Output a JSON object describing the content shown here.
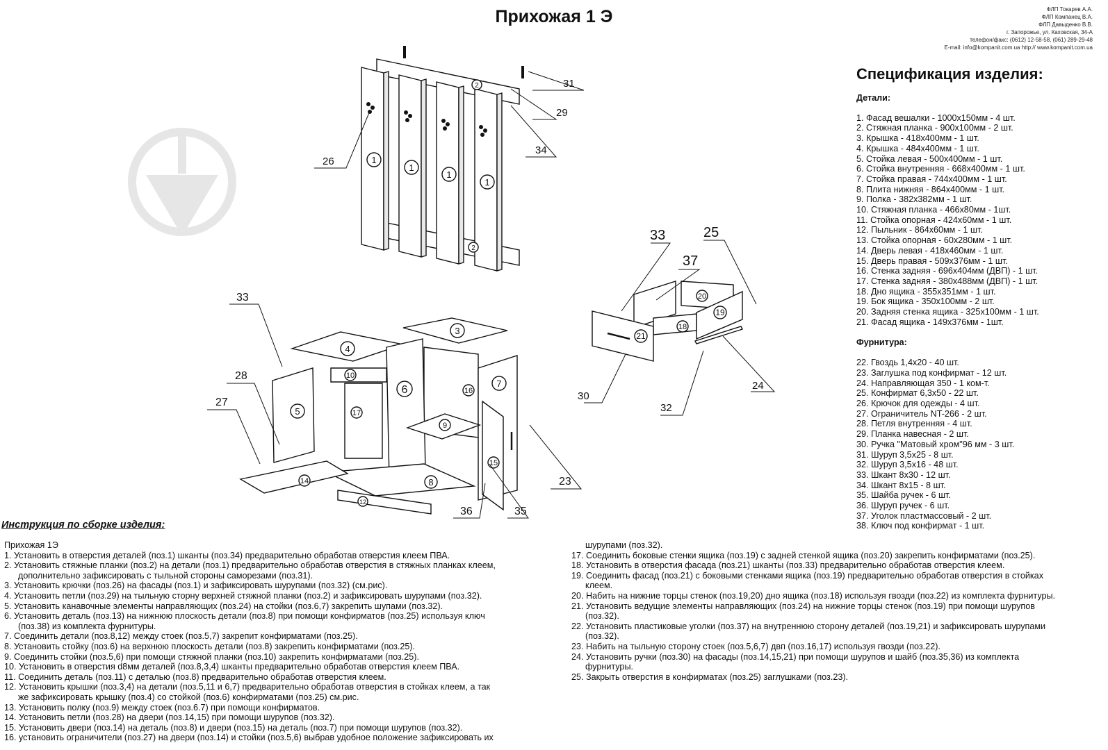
{
  "title": "Прихожая 1 Э",
  "company_lines": [
    "ФЛП Токарев А.А.",
    "ФЛП Компанец В.А.",
    "ФЛП Давыденко В.В.",
    "г. Запорожье, ул. Каховская, 34-А",
    "телефон/факс: (0612) 12-58-58, (061) 289-29-48",
    "E-mail: info@kompanit.com.ua http:// www.kompanit.com.ua"
  ],
  "spec": {
    "title": "Спецификация изделия:",
    "details_head": "Детали:",
    "details": [
      "1. Фасад вешалки - 1000х150мм - 4 шт.",
      "2. Стяжная планка - 900х100мм - 2 шт.",
      "3. Крышка - 418х400мм - 1 шт.",
      "4. Крышка - 484х400мм - 1 шт.",
      "5. Стойка левая - 500х400мм - 1 шт.",
      "6. Стойка внутренняя - 668х400мм - 1 шт.",
      "7. Стойка правая - 744х400мм - 1 шт.",
      "8. Плита нижняя - 864х400мм - 1 шт.",
      "9. Полка - 382х382мм - 1 шт.",
      "10. Стяжная планка - 466х80мм - 1шт.",
      "11. Стойка опорная - 424х60мм - 1 шт.",
      "12. Пыльник - 864х60мм - 1 шт.",
      "13. Стойка опорная - 60х280мм - 1 шт.",
      "14. Дверь левая - 418х460мм - 1 шт.",
      "15. Дверь правая - 509х376мм - 1 шт.",
      "16. Стенка задняя - 696х404мм (ДВП) - 1 шт.",
      "17. Стенка задняя - 380х488мм (ДВП) - 1 шт.",
      "18. Дно ящика - 355х351мм - 1 шт.",
      "19. Бок ящика - 350х100мм - 2 шт.",
      "20. Задняя стенка ящика - 325х100мм - 1 шт.",
      "21. Фасад ящика - 149х376мм - 1шт."
    ],
    "hardware_head": "Фурнитура:",
    "hardware": [
      "22. Гвоздь 1,4х20 - 40 шт.",
      "23. Заглушка под конфирмат - 12 шт.",
      "24. Направляющая 350 - 1 ком-т.",
      "25. Конфирмат 6,3х50 - 22 шт.",
      "26. Крючок для одежды - 4 шт.",
      "27. Ограничитель NT-266 - 2 шт.",
      "28. Петля внутренняя - 4 шт.",
      "29. Планка навесная - 2 шт.",
      "30. Ручка \"Матовый хром\"96 мм - 3 шт.",
      "31. Шуруп 3,5х25 - 8 шт.",
      "32. Шуруп 3,5х16 - 48 шт.",
      "33. Шкант 8х30 - 12 шт.",
      "34. Шкант 8х15 - 8 шт.",
      "35. Шайба ручек - 6 шт.",
      "36. Шуруп ручек - 6 шт.",
      "37. Уголок пластмассовый - 2 шт.",
      "38. Ключ под конфирмат - 1 шт."
    ]
  },
  "instructions": {
    "title": "Инструкция по сборке изделия:",
    "product": "Прихожая 1Э",
    "left": [
      {
        "text": "1. Установить в отверстия деталей (поз.1) шканты (поз.34) предварительно обработав отверстия клеем ПВА."
      },
      {
        "text": "2. Установить  стяжные планки (поз.2) на детали (поз.1) предварительно обработав отверстия в стяжных планках клеем,",
        "cont": "дополнительно зафиксировать с тыльной стороны саморезами (поз.31)."
      },
      {
        "text": "3. Установить крючки (поз.26) на фасады (поз.1) и зафиксировать шурупами (поз.32) (см.рис)."
      },
      {
        "text": "4. Установить петли (поз.29) на тыльную сторну верхней стяжной планки (поз.2) и зафиксировать шурупами (поз.32)."
      },
      {
        "text": "5. Установить канавочные элементы направляющих (поз.24) на стойки (поз.6,7) закрепить шупами (поз.32)."
      },
      {
        "text": "6. Установить деталь (поз.13) на нижнюю плоскость детали (поз.8) при помощи конфирматов (поз.25) используя ключ",
        "cont": "(поз.38) из комплекта фурнитуры."
      },
      {
        "text": "7. Соединить детали (поз.8,12) между стоек (поз.5,7) закрепит конфирматами (поз.25)."
      },
      {
        "text": "8. Установить стойку (поз.6) на верхнюю плоскость детали (поз.8) закрепить конфирматами (поз.25)."
      },
      {
        "text": "9. Соединить стойки (поз.5,6) при помощи стяжной планки (поз.10) закрепить конфирматами (поз.25)."
      },
      {
        "text": "10. Установить в отверстия d8мм деталей (поз.8,3,4) шканты предварительно обработав отверстия клеем ПВА."
      },
      {
        "text": "11. Соединить деталь (поз.11) с деталью (поз.8) предварительно обработав отверстия клеем."
      },
      {
        "text": "12. Установить крышки (поз.3,4) на детали (поз.5,11 и 6,7) предварительно обработав отверстия в стойках клеем, а так",
        "cont": "же зафиксировать крышку (поз.4) со стойкой (поз.6) конфирматами (поз.25) см.рис."
      },
      {
        "text": "13. Установить полку (поз.9) между стоек (поз.6.7) при помощи конфирматов."
      },
      {
        "text": "14. Установить петли (поз.28) на двери (поз.14,15) при помощи шурупов (поз.32)."
      },
      {
        "text": "15. Установить двери (поз.14) на деталь (поз.8) и двери (поз.15) на деталь (поз.7) при помощи шурупов (поз.32)."
      },
      {
        "text": "16. установить ограничители (поз.27) на двери (поз.14) и стойки (поз.5,6) выбрав удобное положение зафиксировать их"
      }
    ],
    "right_cont": "шурупами (поз.32).",
    "right": [
      {
        "text": "17. Соединить боковые стенки ящика (поз.19) с задней стенкой ящика (поз.20) закрепить конфирматами (поз.25)."
      },
      {
        "text": "18. Установить в отверстия фасада (поз.21) шканты (поз.33) предварительно обработав отверстия клеем."
      },
      {
        "text": "19. Соединить фасад (поз.21) с боковыми стенками ящика (поз.19) предварительно обработав отверстия в стойках",
        "cont": "клеем."
      },
      {
        "text": "20. Набить на нижние торцы стенок (поз.19,20) дно ящика (поз.18) используя гвозди (поз.22) из комплекта фурнитуры."
      },
      {
        "text": "21. Установить ведущие элементы направляющих (поз.24) на нижние торцы стенок (поз.19) при помощи шурупов",
        "cont": "(поз.32)."
      },
      {
        "text": "22. Установить пластиковые уголки (поз.37) на внутреннюю сторону деталей (поз.19,21) и зафиксировать шурупами",
        "cont": "(поз.32)."
      },
      {
        "text": "23. Набить на тыльную сторону стоек (поз.5,6,7) двп (поз.16,17) используя гвозди (поз.22)."
      },
      {
        "text": "24. Установить ручки (поз.30) на фасады (поз.14,15,21) при помощи шурупов и шайб (поз.35,36) из комплекта",
        "cont": "фурнитуры."
      },
      {
        "text": "25. Закрыть отверстия в конфирматах (поз.25) заглушками (поз.23)."
      }
    ]
  },
  "diagram": {
    "hanger_labels": {
      "hooks": "26",
      "screws": "31",
      "hanger_strip": "29",
      "dowels": "34",
      "panel": "1",
      "plank": "2"
    },
    "drawer_labels": {
      "dowel": "33",
      "confirmat": "25",
      "corner": "37",
      "rear_wall": "20",
      "side": "19",
      "bottom": "18",
      "front": "21",
      "handle": "30",
      "screw": "32",
      "runner": "24"
    },
    "cabinet_labels": {
      "dowel": "33",
      "hinge": "28",
      "limiter": "27",
      "lid_4": "4",
      "lid_3": "3",
      "plank_10": "10",
      "post_6": "6",
      "back_16": "16",
      "post_7": "7",
      "post_5": "5",
      "back_17": "17",
      "shelf_9": "9",
      "door_14": "14",
      "base_8": "8",
      "dust_12": "12",
      "door_15": "15",
      "plug": "23",
      "handle_screw": "36",
      "washer": "35"
    }
  }
}
